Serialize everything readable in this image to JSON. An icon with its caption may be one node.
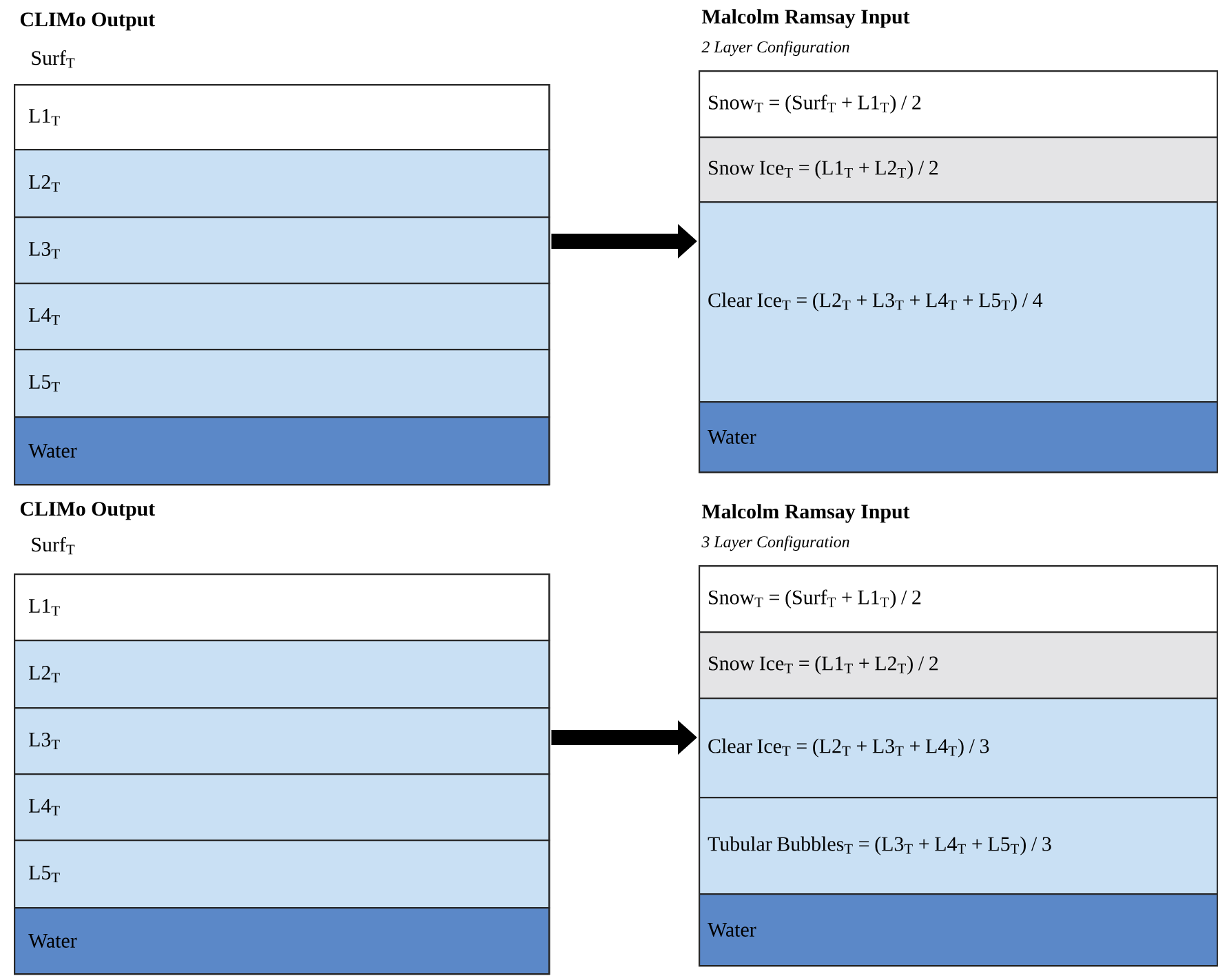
{
  "diagram": {
    "nodes": [
      {
        "text": [
          "CLIMo Output",
          "Surf$_{T}$"
        ]
      },
      {
        "text": [
          "L1$_{T}$"
        ],
        "in": 0
      },
      {
        "text": [
          "L2$_{T}$"
        ],
        "in": 0
      },
      {
        "text": [
          "L3$_{T}$"
        ],
        "in": 0
      },
      {
        "text": [
          "L4$_{T}$"
        ],
        "in": 0
      },
      {
        "text": [
          "L5$_{T}$"
        ],
        "in": 0
      },
      {
        "text": [
          "Water"
        ],
        "in": 0
      },
      {
        "text": [
          "Malcolm Ramsay Input",
          "2 Layer Configuration"
        ]
      },
      {
        "text": [
          "Snow$_{T}$ = (Surf$_{T}$ + L1$_{T}$) / 2"
        ],
        "in": 7
      },
      {
        "text": [
          "Snow Ice$_{T}$ = (L1$_{T}$ + L2$_{T}$) / 2"
        ],
        "in": 7
      },
      {
        "text": [
          "Clear Ice$_{T}$ = (L2$_{T}$ + L3$_{T}$ + L4$_{T}$ + L5$_{T}$) / 4"
        ],
        "in": 7
      },
      {
        "text": [
          "Water"
        ],
        "in": 7
      },
      {
        "text": [
          "CLIMo Output",
          "Surf$_{T}$"
        ]
      },
      {
        "text": [
          "L1$_{T}$"
        ],
        "in": 12
      },
      {
        "text": [
          "L2$_{T}$"
        ],
        "in": 12
      },
      {
        "text": [
          "L3$_{T}$"
        ],
        "in": 12
      },
      {
        "text": [
          "L4$_{T}$"
        ],
        "in": 12
      },
      {
        "text": [
          "L5$_{T}$"
        ],
        "in": 12
      },
      {
        "text": [
          "Water"
        ],
        "in": 12
      },
      {
        "text": [
          "Malcolm Ramsay Input",
          "3 Layer Configuration"
        ]
      },
      {
        "text": [
          "Snow$_{T}$ = (Surf$_{T}$ + L1$_{T}$) / 2"
        ],
        "in": 19
      },
      {
        "text": [
          "Snow Ice$_{T}$ = (L1$_{T}$ + L2$_{T}$) / 2"
        ],
        "in": 19
      },
      {
        "text": [
          "Clear Ice$_{T}$ = (L2$_{T}$ + L3$_{T}$ + L4$_{T}$) / 3"
        ],
        "in": 19
      },
      {
        "text": [
          "Tubular Bubbles$_{T}$ = (L3$_{T}$ + L4$_{T}$ + L5$_{T}$) / 3"
        ],
        "in": 19
      },
      {
        "text": [
          "Water"
        ],
        "in": 19
      }
    ],
    "edges": [
      {
        "from": 0,
        "to": 7,
        "arrow": "to"
      },
      {
        "from": 12,
        "to": 19,
        "arrow": "to"
      }
    ]
  }
}
